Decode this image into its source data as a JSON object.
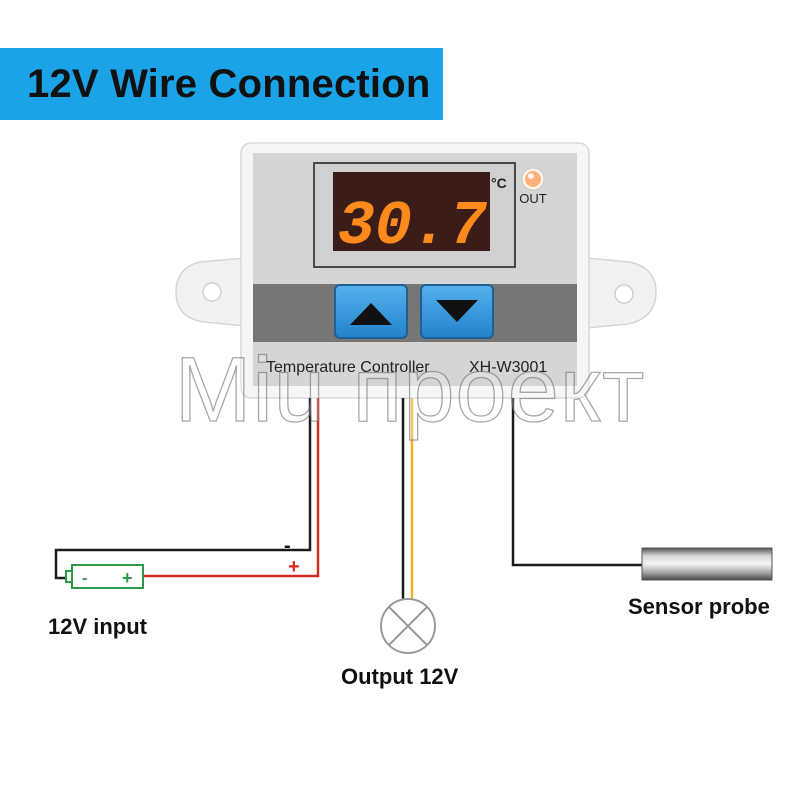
{
  "banner": {
    "title": "12V Wire Connection"
  },
  "device": {
    "display_value": "30.7",
    "unit": "°C",
    "led_label": "OUT",
    "name": "Temperature Controller",
    "model": "XH-W3001"
  },
  "wiring": {
    "minus_sign": "-",
    "plus_sign": "+",
    "battery_minus": "-",
    "battery_plus": "+"
  },
  "labels": {
    "input": "12V input",
    "output": "Output 12V",
    "sensor": "Sensor probe"
  },
  "watermark": "Miu проект",
  "colors": {
    "banner": "#1aa3e6",
    "led_digits": "#ff8a1c",
    "button_blue": "#2e92d8",
    "wire_red": "#d42a1f",
    "wire_yellow": "#f0b020",
    "battery_green": "#2a9a4a"
  }
}
